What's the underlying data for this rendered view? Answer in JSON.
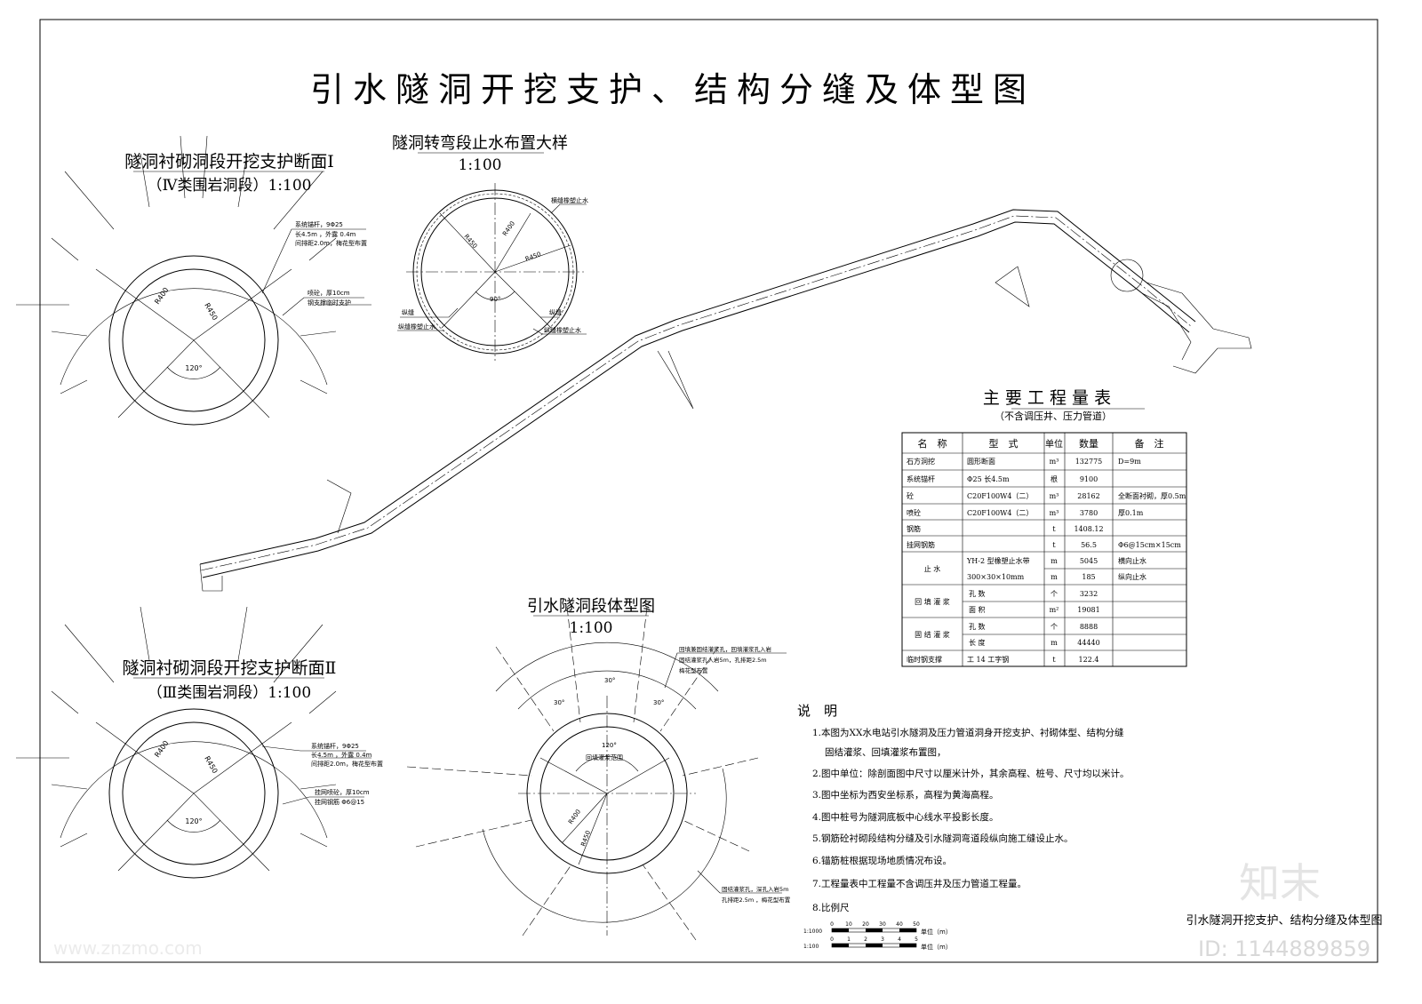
{
  "title": "引水隧洞开挖支护、结构分缝及体型图",
  "section1": {
    "title": "隧洞衬砌洞段开挖支护断面Ⅰ",
    "subtitle": "（Ⅳ类围岩洞段）1:100",
    "note_bolt": [
      "系统锚杆，9Φ25",
      "长4.5m ，外露 0.4m",
      "间排距2.0m，梅花型布置"
    ],
    "note_shot": [
      "喷砼，厚10cm",
      "钢支撑临时支护"
    ],
    "angle": "120°",
    "r1": "R450",
    "r2": "R400"
  },
  "detail": {
    "title": "隧洞转弯段止水布置大样",
    "scale": "1:100",
    "labels": [
      "横缝橡塑止水",
      "纵缝",
      "纵缝橡塑止水",
      "纵缝",
      "纵缝橡塑止水"
    ],
    "angle": "90°",
    "radii": [
      "R450",
      "R400",
      "R450"
    ]
  },
  "body": {
    "title": "引水隧洞段体型图",
    "scale": "1:100",
    "note_top": [
      "回填兼固结灌浆孔，回填灌浆孔入岩",
      "固结灌浆孔入岩5m，孔排距2.5m",
      "梅花型布置"
    ],
    "note_bottom": [
      "固结灌浆孔，深孔入岩5m",
      "孔排距2.5m ，梅花型布置"
    ],
    "angles": [
      "30°",
      "30°",
      "30°"
    ],
    "range_angle": "120°",
    "range_label": "回填灌浆范围",
    "radii": [
      "R400",
      "R450"
    ]
  },
  "section2": {
    "title": "隧洞衬砌洞段开挖支护断面Ⅱ",
    "subtitle": "（Ⅲ类围岩洞段）1:100",
    "note_bolt": [
      "系统锚杆，9Φ25",
      "长4.5m ，外露 0.4m",
      "间排距2.0m，梅花型布置"
    ],
    "note_shot": [
      "挂网喷砼，厚10cm",
      "挂网钢筋 Φ6@15"
    ],
    "angle": "120°",
    "r1": "R450",
    "r2": "R400"
  },
  "table": {
    "title": "主 要 工 程 量 表",
    "subtitle": "（不含调压井、压力管道）",
    "headers": [
      "名　称",
      "型　式",
      "单位",
      "数量",
      "备　注"
    ],
    "rows": [
      [
        "石方洞挖",
        "圆形断面",
        "m³",
        "132775",
        "D=9m"
      ],
      [
        "系统锚杆",
        "Φ25 长4.5m",
        "根",
        "9100",
        ""
      ],
      [
        "砼",
        "C20F100W4（二）",
        "m³",
        "28162",
        "全断面衬砌，厚0.5m"
      ],
      [
        "喷砼",
        "C20F100W4（二）",
        "m³",
        "3780",
        "厚0.1m"
      ],
      [
        "钢筋",
        "",
        "t",
        "1408.12",
        ""
      ],
      [
        "挂网钢筋",
        "",
        "t",
        "56.5",
        "Φ6@15cm×15cm"
      ]
    ],
    "waterstop": {
      "name": "止 水",
      "type": [
        "YH-2 型橡塑止水带",
        "300×30×10mm"
      ],
      "rows": [
        [
          "m",
          "5045",
          "横向止水"
        ],
        [
          "m",
          "185",
          "纵向止水"
        ]
      ]
    },
    "backfill": {
      "name": "回 填 灌 浆",
      "rows": [
        [
          "孔 数",
          "个",
          "3232"
        ],
        [
          "面 积",
          "m²",
          "19081"
        ]
      ]
    },
    "consol": {
      "name": "固 结 灌 浆",
      "rows": [
        [
          "孔 数",
          "个",
          "8888"
        ],
        [
          "长 度",
          "m",
          "44440"
        ]
      ]
    },
    "last": [
      "临时钢支撑",
      "工 14 工字钢",
      "t",
      "122.4",
      ""
    ]
  },
  "notes": {
    "heading": "说　明",
    "items": [
      "1.本图为XX水电站引水隧洞及压力管道洞身开挖支护、衬砌体型、结构分缝",
      "固结灌浆、回填灌浆布置图，",
      "2.图中单位：除剖面图中尺寸以厘米计外，其余高程、桩号、尺寸均以米计。",
      "3.图中坐标为西安坐标系，高程为黄海高程。",
      "4.图中桩号为隧洞底板中心线水平投影长度。",
      "5.钢筋砼衬砌段结构分缝及引水隧洞弯道段纵向施工缝设止水。",
      "6.锚筋桩根据现场地质情况布设。",
      "7.工程量表中工程量不含调压井及压力管道工程量。",
      "8.比例尺"
    ],
    "scale1": {
      "label": "1:1000",
      "ticks": [
        "0",
        "10",
        "20",
        "30",
        "40",
        "50"
      ],
      "unit": "单位（m）"
    },
    "scale2": {
      "label": "1:100",
      "ticks": [
        "0",
        "1",
        "2",
        "3",
        "4",
        "5"
      ],
      "unit": "单位（m）"
    }
  },
  "title_block": "引水隧洞开挖支护、结构分缝及体型图",
  "watermark": {
    "logo": "知末",
    "id": "ID: 1144889859",
    "site": "www.znzmo.com"
  }
}
